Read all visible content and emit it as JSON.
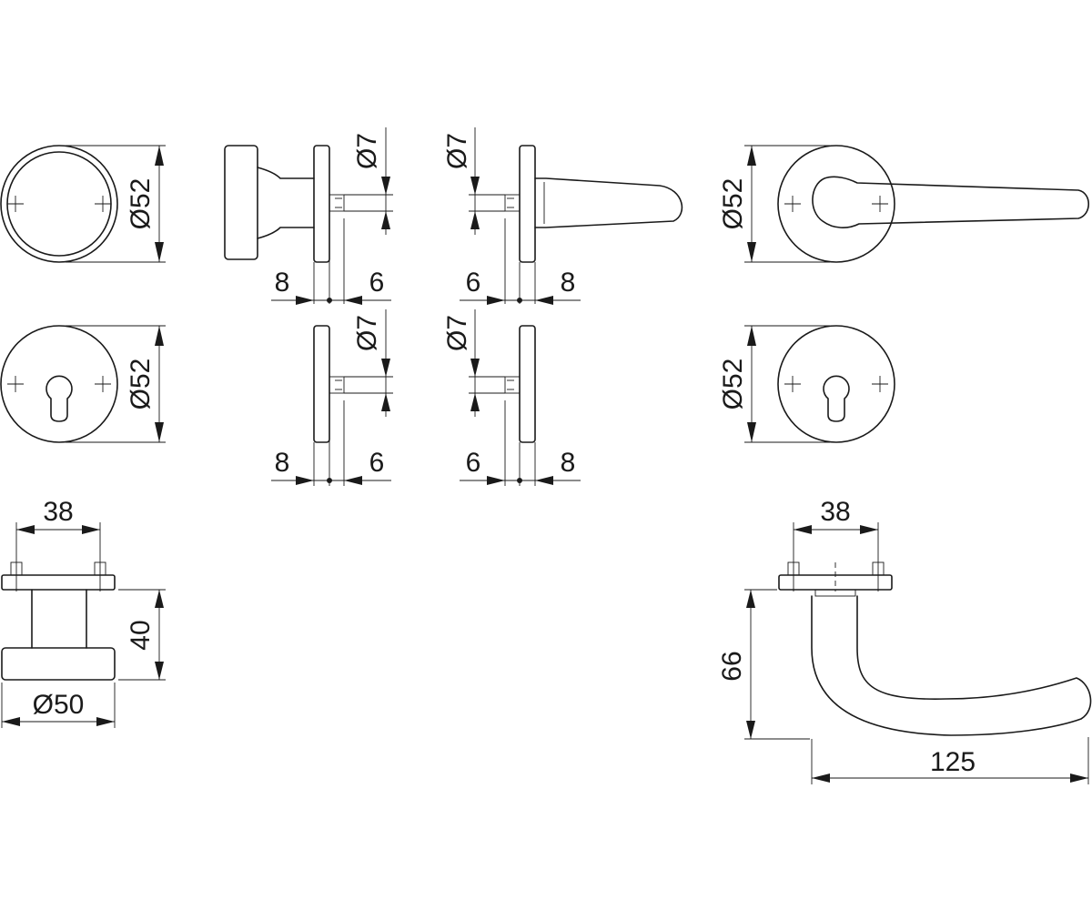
{
  "dimensions": {
    "rose_diameter": "Ø52",
    "spindle_diameter": "Ø7",
    "rose_offset": "8",
    "spindle_offset": "6",
    "fixing_spacing": "38",
    "knob_projection": "40",
    "knob_diameter": "Ø50",
    "lever_projection": "66",
    "lever_length": "125"
  }
}
